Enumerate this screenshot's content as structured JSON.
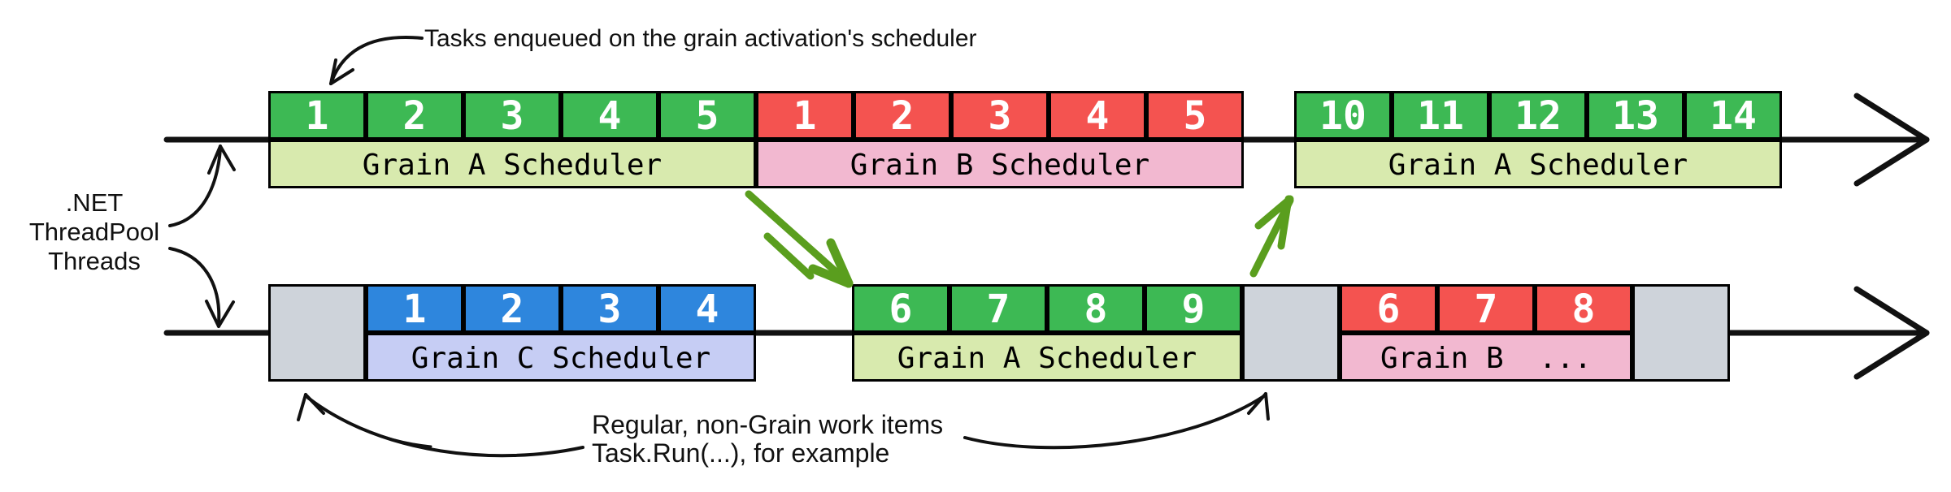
{
  "annotations": {
    "tasks_note": "Tasks enqueued on the grain activation's scheduler",
    "threadpool_label": {
      "line1": ".NET",
      "line2": "ThreadPool",
      "line3": "Threads"
    },
    "non_grain_note": {
      "line1": "Regular, non-Grain work items",
      "line2": "Task.Run(...), for example"
    }
  },
  "colors": {
    "task_green": "#3db954",
    "band_green": "#d8eaae",
    "task_red": "#f45350",
    "band_red": "#f2b8d0",
    "task_blue": "#2e86dd",
    "band_blue": "#c6cdf4",
    "non_grain_gray": "#ced3da",
    "green_arrow": "#5a9e1e",
    "thread_line": "#111111"
  },
  "threads": [
    {
      "segments": [
        {
          "kind": "scheduler",
          "color": "green",
          "label": "Grain A Scheduler",
          "tasks": [
            "1",
            "2",
            "3",
            "4",
            "5"
          ]
        },
        {
          "kind": "scheduler",
          "color": "red",
          "label": "Grain B Scheduler",
          "tasks": [
            "1",
            "2",
            "3",
            "4",
            "5"
          ]
        },
        {
          "kind": "scheduler",
          "color": "green",
          "label": "Grain A Scheduler",
          "tasks": [
            "10",
            "11",
            "12",
            "13",
            "14"
          ]
        }
      ]
    },
    {
      "segments": [
        {
          "kind": "non_grain"
        },
        {
          "kind": "scheduler",
          "color": "blue",
          "label": "Grain C Scheduler",
          "tasks": [
            "1",
            "2",
            "3",
            "4"
          ]
        },
        {
          "kind": "scheduler",
          "color": "green",
          "label": "Grain A Scheduler",
          "tasks": [
            "6",
            "7",
            "8",
            "9"
          ]
        },
        {
          "kind": "non_grain"
        },
        {
          "kind": "scheduler",
          "color": "red",
          "label": "Grain B  ...",
          "tasks": [
            "6",
            "7",
            "8"
          ]
        },
        {
          "kind": "non_grain"
        }
      ]
    }
  ]
}
